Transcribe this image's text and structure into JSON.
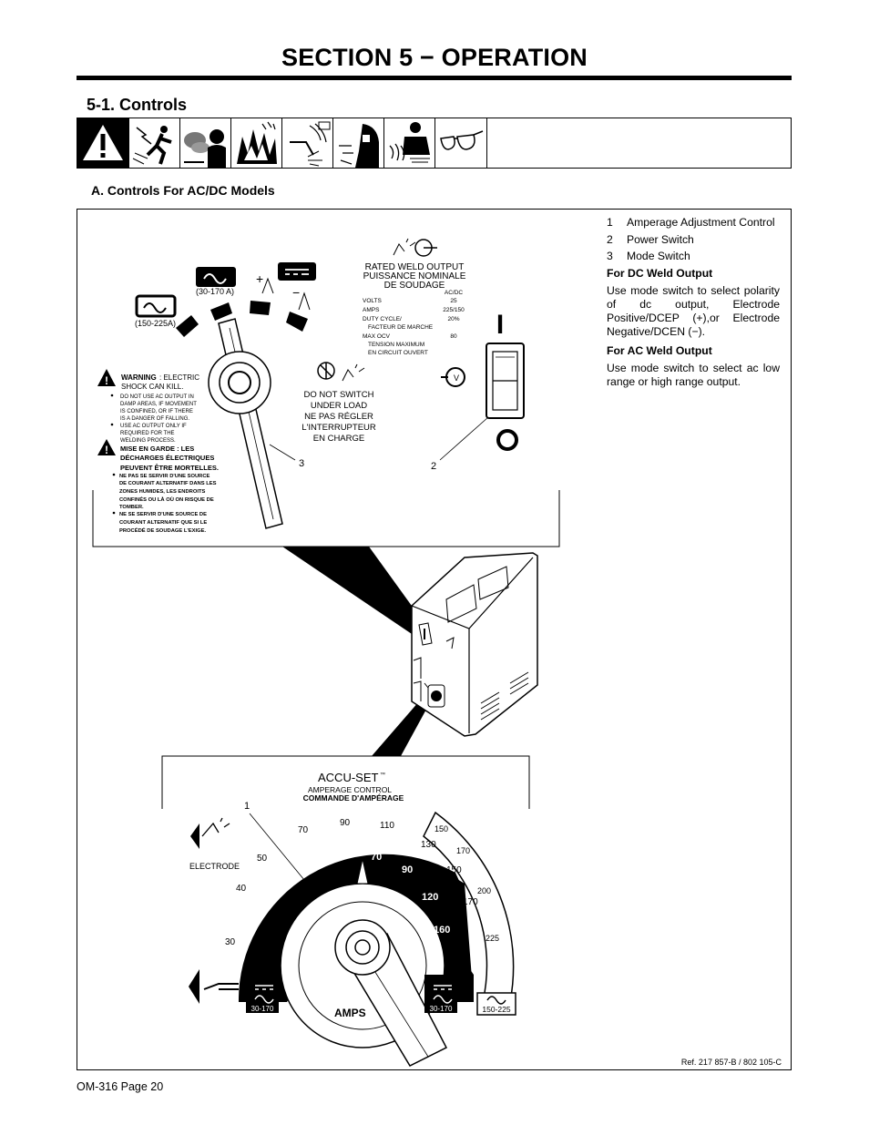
{
  "page": {
    "section_title": "SECTION 5 − OPERATION",
    "subsection_title": "5-1.   Controls",
    "subsubsection_title": "A.   Controls For AC/DC Models",
    "footer": "OM-316 Page 20",
    "reference": "Ref. 217 857-B / 802 105-C"
  },
  "safety_icons": [
    {
      "name": "warning-triangle-icon"
    },
    {
      "name": "electric-shock-icon"
    },
    {
      "name": "fumes-icon"
    },
    {
      "name": "sparks-fire-icon"
    },
    {
      "name": "arc-rays-icon"
    },
    {
      "name": "welding-helmet-icon"
    },
    {
      "name": "hot-parts-icon"
    },
    {
      "name": "safety-glasses-icon"
    }
  ],
  "legend": {
    "items": [
      {
        "num": "1",
        "label": "Amperage Adjustment Control"
      },
      {
        "num": "2",
        "label": "Power Switch"
      },
      {
        "num": "3",
        "label": "Mode Switch"
      }
    ],
    "dc_heading": "For DC Weld Output",
    "dc_text": "Use mode switch to select polarity of dc output, Electrode Positive/DCEP (+),or Electrode Negative/DCEN (−).",
    "ac_heading": "For AC Weld Output",
    "ac_text": "Use mode switch to select ac low range or high range output."
  },
  "mode_panel": {
    "range_high": "(150-225A)",
    "range_low": "(30-170 A)",
    "rated_line1": "RATED WELD OUTPUT",
    "rated_line2": "PUISSANCE NOMINALE",
    "rated_line3": "DE SOUDAGE",
    "ac_dc": "AC/DC",
    "rows": [
      {
        "label": "VOLTS",
        "value": "25"
      },
      {
        "label": "AMPS",
        "value": "225/150"
      },
      {
        "label": "DUTY CYCLE/",
        "value": "20%"
      },
      {
        "label": "FACTEUR DE MARCHE",
        "value": ""
      },
      {
        "label": "MAX OCV",
        "value": "80"
      },
      {
        "label": "TENSION MAXIMUM",
        "value": ""
      },
      {
        "label": "EN CIRCUIT OUVERT",
        "value": ""
      }
    ],
    "no_switch_lines": [
      "DO NOT SWITCH",
      "UNDER LOAD",
      "NE PAS RÉGLER",
      "L'INTERRUPTEUR",
      "EN CHARGE"
    ],
    "warning_title_bold": "WARNING",
    "warning_title_rest": ": ELECTRIC",
    "warning_title_line2": "SHOCK CAN KILL.",
    "warning_bullets": [
      [
        "DO NOT USE AC OUTPUT IN",
        "DAMP AREAS, IF MOVEMENT",
        "IS CONFINED, OR IF THERE",
        "IS A DANGER OF FALLING."
      ],
      [
        "USE AC OUTPUT ONLY IF",
        "REQUIRED FOR THE",
        "WELDING PROCESS."
      ]
    ],
    "fr_title": [
      "MISE EN GARDE : LES",
      "DÉCHARGES ÉLECTRIQUES",
      "PEUVENT ÊTRE MORTELLES."
    ],
    "fr_bullets": [
      [
        "NE PAS SE SERVIR D'UNE SOURCE",
        "DE COURANT ALTERNATIF DANS LES",
        "ZONES HUMIDES, LES ENDROITS",
        "CONFINÉS OU LÀ OÙ ON RISQUE DE",
        "TOMBER."
      ],
      [
        "NE SE SERVIR D'UNE SOURCE DE",
        "COURANT ALTERNATIF QUE SI LE",
        "PROCÉDÉ DE SOUDAGE L'EXIGE."
      ]
    ],
    "power_on": "I",
    "power_off": "O",
    "callout_3": "3",
    "callout_2": "2",
    "plus": "+",
    "minus": "−"
  },
  "amperage_panel": {
    "brand": "ACCU-SET",
    "tm": "™",
    "control_en": "AMPERAGE CONTROL",
    "control_fr": "COMMANDE D'AMPÉRAGE",
    "electrode_label": "ELECTRODE",
    "callout_1": "1",
    "outer_scale": [
      "30",
      "40",
      "50",
      "70",
      "90",
      "110",
      "130",
      "150",
      "170"
    ],
    "inner_scale": [
      "30",
      "40",
      "50",
      "70",
      "90",
      "120",
      "160"
    ],
    "high_scale": [
      "150",
      "170",
      "200",
      "225"
    ],
    "range_left": "30-170",
    "range_right": "30-170",
    "range_high": "150-225",
    "amps_label": "AMPS"
  }
}
